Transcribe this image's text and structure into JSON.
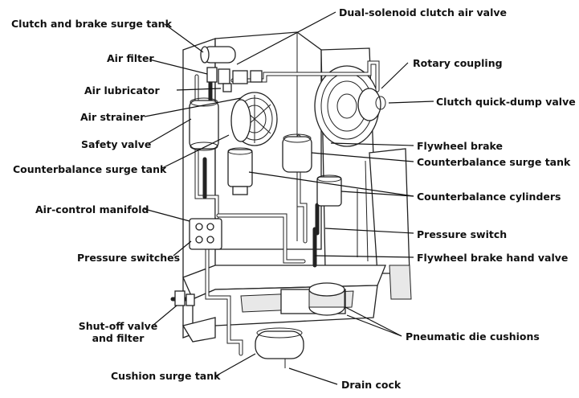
{
  "labels": {
    "clutch_brake_surge_tank": "Clutch and brake surge tank",
    "dual_solenoid_valve": "Dual-solenoid clutch air valve",
    "air_filter": "Air filter",
    "rotary_coupling": "Rotary coupling",
    "air_lubricator": "Air lubricator",
    "clutch_quick_dump_valve": "Clutch quick-dump valve",
    "air_strainer": "Air strainer",
    "safety_valve": "Safety valve",
    "flywheel_brake": "Flywheel brake",
    "counterbalance_surge_tank_left": "Counterbalance surge tank",
    "counterbalance_surge_tank_right": "Counterbalance surge tank",
    "counterbalance_cylinders": "Counterbalance cylinders",
    "air_control_manifold": "Air-control manifold",
    "pressure_switch": "Pressure switch",
    "pressure_switches": "Pressure switches",
    "flywheel_brake_hand_valve": "Flywheel brake hand valve",
    "shutoff_valve_line1": "Shut-off valve",
    "shutoff_valve_line2": "and filter",
    "pneumatic_die_cushions": "Pneumatic die cushions",
    "cushion_surge_tank": "Cushion surge tank",
    "drain_cock": "Drain cock"
  }
}
